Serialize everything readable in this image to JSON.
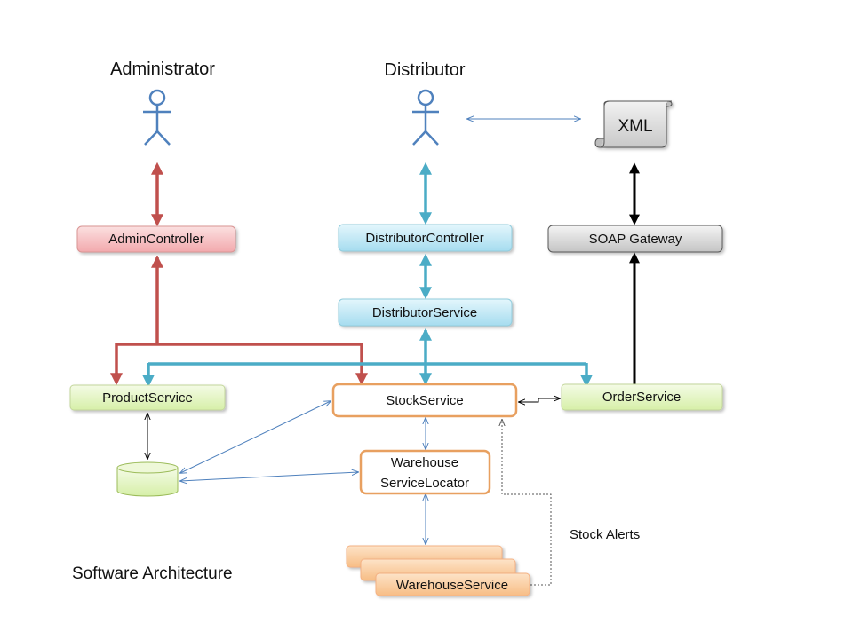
{
  "actors": {
    "administrator": "Administrator",
    "distributor": "Distributor"
  },
  "components": {
    "xml": "XML",
    "admin_controller": "AdminController",
    "distributor_controller": "DistributorController",
    "soap_gateway": "SOAP Gateway",
    "distributor_service": "DistributorService",
    "product_service": "ProductService",
    "stock_service": "StockService",
    "order_service": "OrderService",
    "warehouse_service_locator_line1": "Warehouse",
    "warehouse_service_locator_line2": "ServiceLocator",
    "warehouse_service": "WarehouseService"
  },
  "annotations": {
    "stock_alerts": "Stock Alerts",
    "caption": "Software Architecture"
  },
  "colors": {
    "red": "#c0504d",
    "blue": "#4bacc6",
    "black": "#000000",
    "thin_blue": "#4f81bd",
    "orange": "#e8a060",
    "green_fill": "#e6f5c8",
    "red_fill": "#f5c4c6",
    "blue_fill": "#c8ecf8",
    "gray_fill": "#dcdcdc"
  }
}
